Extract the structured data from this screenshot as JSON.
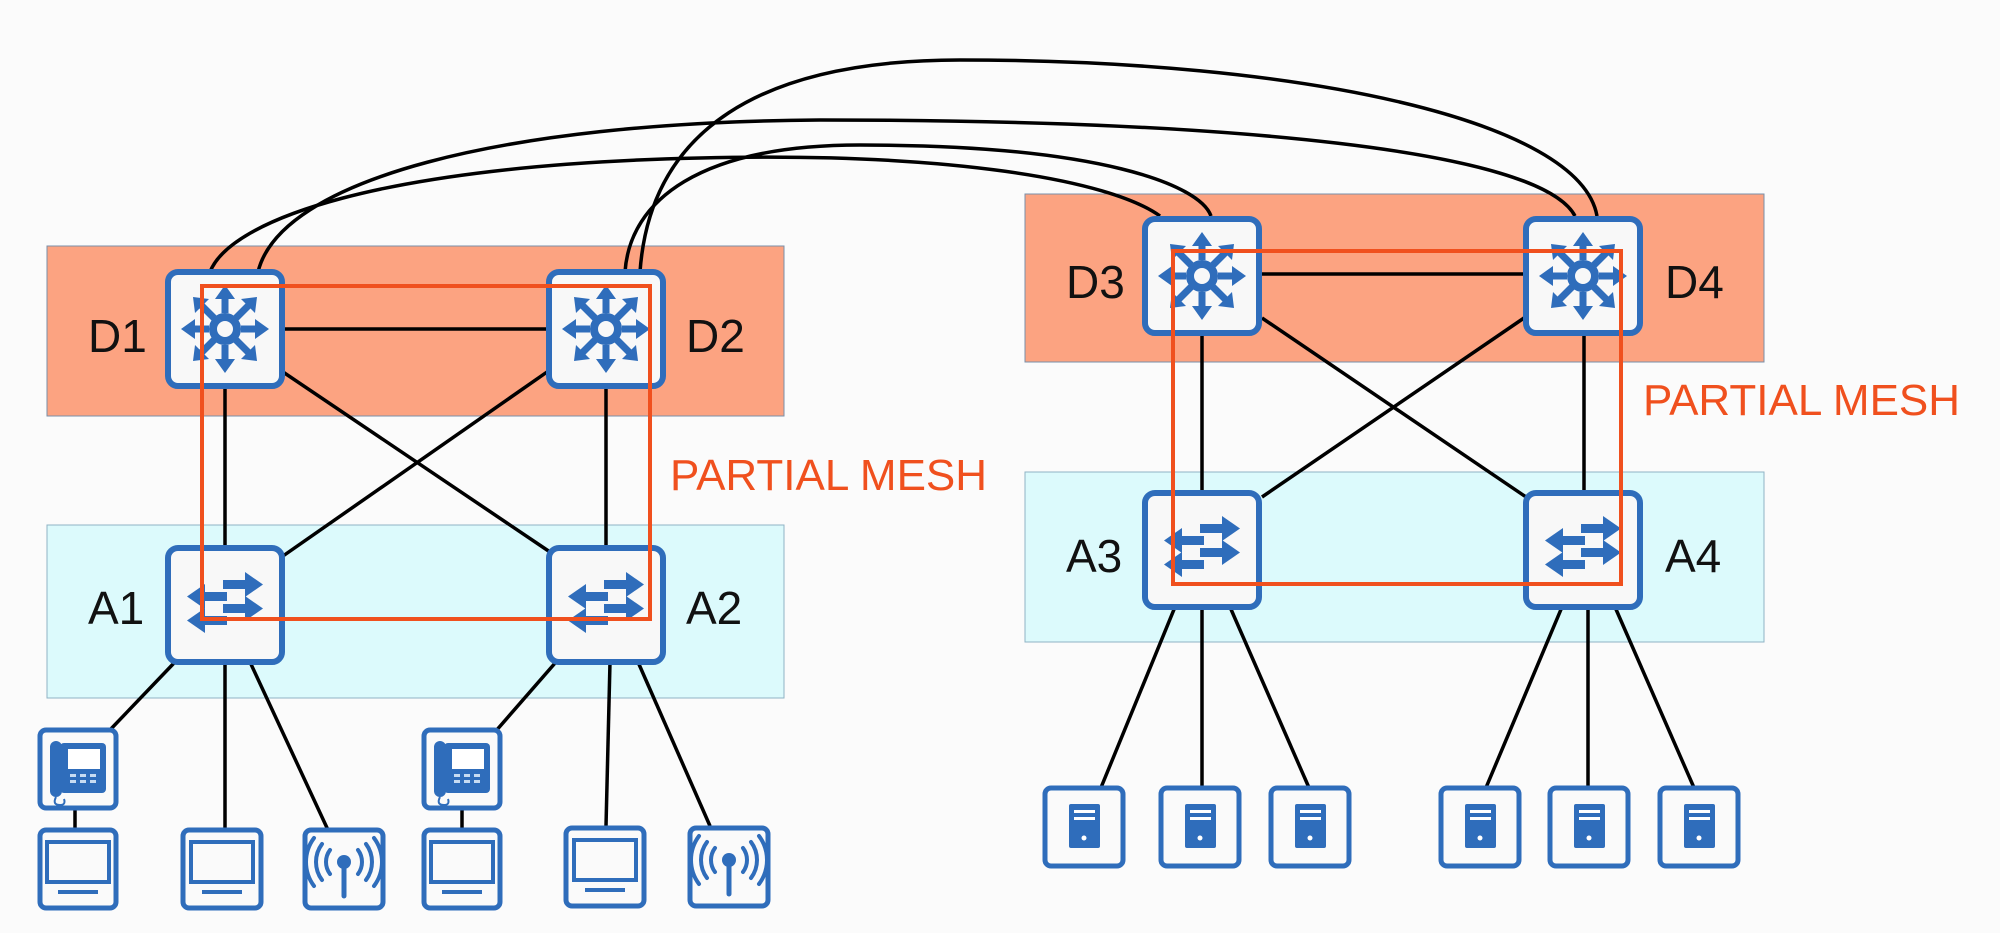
{
  "colors": {
    "distribution_band": "#fca381",
    "access_band": "#dcfafc",
    "device_blue": "#2f6dbb",
    "mesh_outline": "#f0501e",
    "link": "#000000"
  },
  "blocks": [
    {
      "name": "left-block",
      "distribution": [
        {
          "id": "D1",
          "icon": "multilayer-switch-icon"
        },
        {
          "id": "D2",
          "icon": "multilayer-switch-icon"
        }
      ],
      "access": [
        {
          "id": "A1",
          "icon": "layer2-switch-icon"
        },
        {
          "id": "A2",
          "icon": "layer2-switch-icon"
        }
      ],
      "mesh_label": "PARTIAL MESH",
      "endpoints": [
        {
          "type": "ip-phone",
          "icon": "ip-phone-icon"
        },
        {
          "type": "pc",
          "icon": "pc-icon"
        },
        {
          "type": "pc",
          "icon": "pc-icon"
        },
        {
          "type": "wireless-ap",
          "icon": "wireless-ap-icon"
        },
        {
          "type": "ip-phone",
          "icon": "ip-phone-icon"
        },
        {
          "type": "pc",
          "icon": "pc-icon"
        },
        {
          "type": "pc",
          "icon": "pc-icon"
        },
        {
          "type": "wireless-ap",
          "icon": "wireless-ap-icon"
        }
      ]
    },
    {
      "name": "right-block",
      "distribution": [
        {
          "id": "D3",
          "icon": "multilayer-switch-icon"
        },
        {
          "id": "D4",
          "icon": "multilayer-switch-icon"
        }
      ],
      "access": [
        {
          "id": "A3",
          "icon": "layer2-switch-icon"
        },
        {
          "id": "A4",
          "icon": "layer2-switch-icon"
        }
      ],
      "mesh_label": "PARTIAL MESH",
      "endpoints": [
        {
          "type": "server",
          "icon": "server-icon"
        },
        {
          "type": "server",
          "icon": "server-icon"
        },
        {
          "type": "server",
          "icon": "server-icon"
        },
        {
          "type": "server",
          "icon": "server-icon"
        },
        {
          "type": "server",
          "icon": "server-icon"
        },
        {
          "type": "server",
          "icon": "server-icon"
        }
      ]
    }
  ],
  "links": [
    [
      "D1",
      "D2"
    ],
    [
      "D1",
      "A1"
    ],
    [
      "D1",
      "A2"
    ],
    [
      "D2",
      "A1"
    ],
    [
      "D2",
      "A2"
    ],
    [
      "D3",
      "D4"
    ],
    [
      "D3",
      "A3"
    ],
    [
      "D3",
      "A4"
    ],
    [
      "D4",
      "A3"
    ],
    [
      "D4",
      "A4"
    ],
    [
      "D1",
      "D3"
    ],
    [
      "D1",
      "D4"
    ],
    [
      "D2",
      "D3"
    ],
    [
      "D2",
      "D4"
    ]
  ]
}
